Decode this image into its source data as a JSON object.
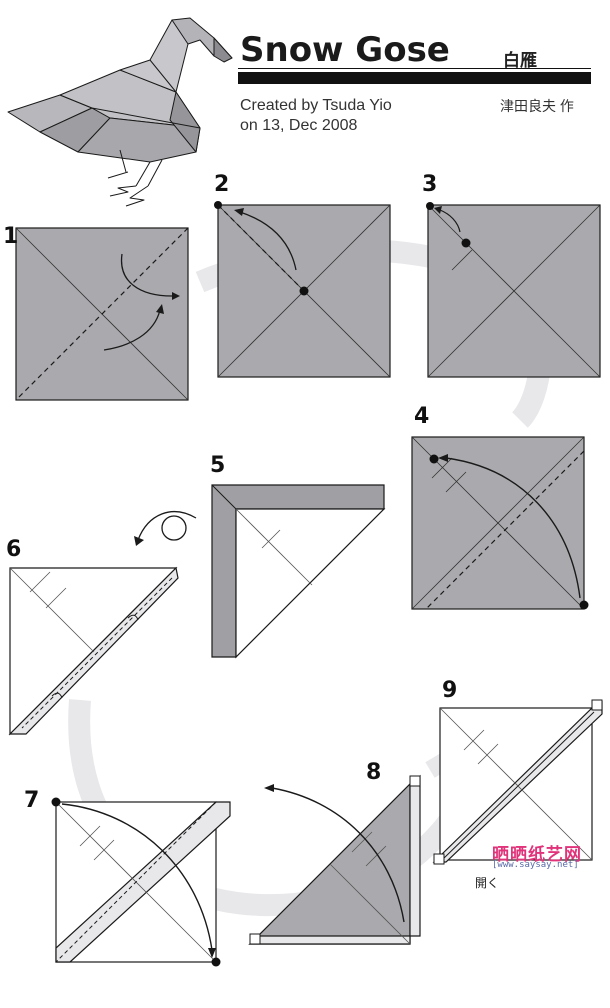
{
  "title": {
    "en": "Snow Gose",
    "jp": "白雁"
  },
  "credits": {
    "line1": "Created by Tsuda Yio",
    "line2": "on 13, Dec 2008",
    "author_jp": "津田良夫 作"
  },
  "steps": [
    "1",
    "2",
    "3",
    "4",
    "5",
    "6",
    "7",
    "8",
    "9"
  ],
  "step9_note": "開く",
  "watermark": {
    "brand": "晒晒纸艺网",
    "url": "[www.saysay.net]"
  },
  "colors": {
    "paper": "#a9a9ad",
    "paper_light": "#c4c4c7",
    "line": "#1a1a1a",
    "background_loop": "#e7e7ea",
    "watermark_pink": "#e0337a"
  }
}
